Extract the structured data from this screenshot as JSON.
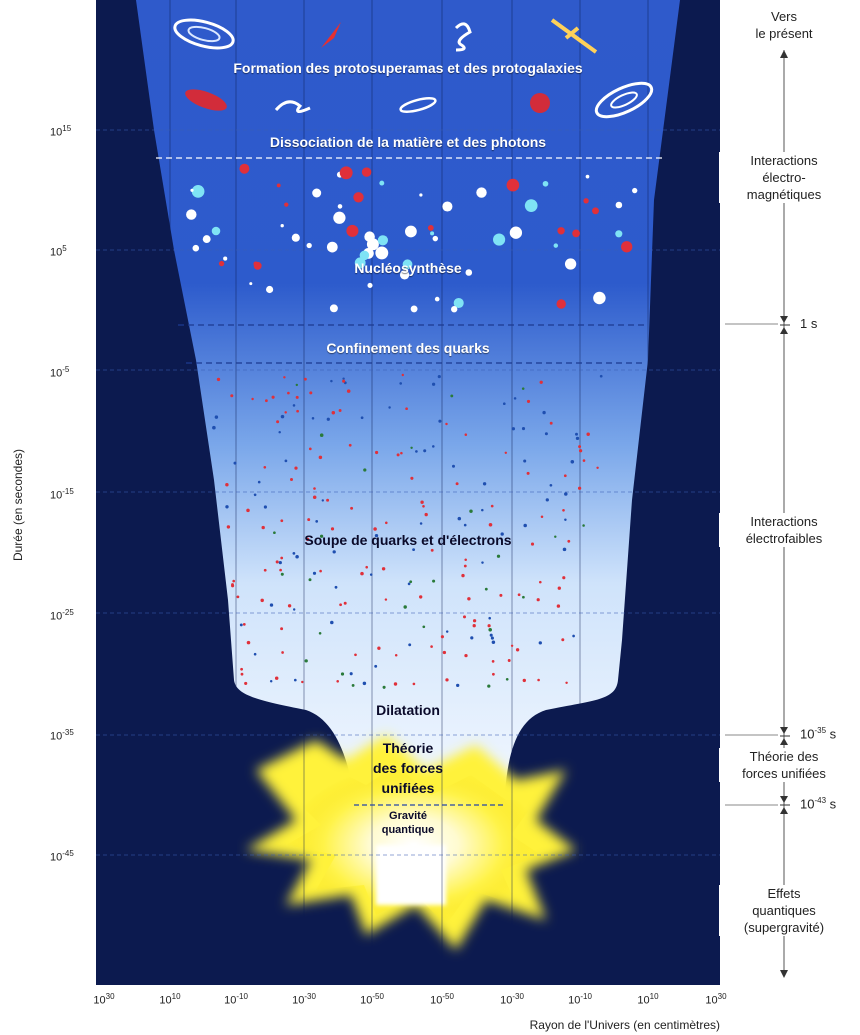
{
  "stages": [
    {
      "id": "protosuperamas",
      "label": "Formation des protosuperamas et des protogalaxies"
    },
    {
      "id": "dissociation",
      "label": "Dissociation de la matière et des photons"
    },
    {
      "id": "nucleosynthese",
      "label": "Nucléosynthèse"
    },
    {
      "id": "confinement",
      "label": "Confinement des quarks"
    },
    {
      "id": "soupe",
      "label": "Soupe de quarks et d'électrons"
    },
    {
      "id": "dilatation",
      "label": "Dilatation"
    },
    {
      "id": "theorie1",
      "label": "Théorie"
    },
    {
      "id": "theorie2",
      "label": "des forces"
    },
    {
      "id": "theorie3",
      "label": "unifiées"
    },
    {
      "id": "gravite1",
      "label": "Gravité"
    },
    {
      "id": "gravite2",
      "label": "quantique"
    }
  ],
  "y_axis": {
    "title": "Durée (en secondes)",
    "ticks": [
      {
        "base": "10",
        "exp": "15"
      },
      {
        "base": "10",
        "exp": "5"
      },
      {
        "base": "10",
        "exp": "-5"
      },
      {
        "base": "10",
        "exp": "-15"
      },
      {
        "base": "10",
        "exp": "-25"
      },
      {
        "base": "10",
        "exp": "-35"
      },
      {
        "base": "10",
        "exp": "-45"
      }
    ]
  },
  "x_axis": {
    "title": "Rayon de l'Univers (en centimètres)",
    "ticks": [
      {
        "base": "10",
        "exp": "30"
      },
      {
        "base": "10",
        "exp": "10"
      },
      {
        "base": "10",
        "exp": "-10"
      },
      {
        "base": "10",
        "exp": "-30"
      },
      {
        "base": "10",
        "exp": "-50"
      },
      {
        "base": "10",
        "exp": "-50"
      },
      {
        "base": "10",
        "exp": "-30"
      },
      {
        "base": "10",
        "exp": "-10"
      },
      {
        "base": "10",
        "exp": "10"
      },
      {
        "base": "10",
        "exp": "30"
      }
    ]
  },
  "right_timeline": {
    "top_label_1": "Vers",
    "top_label_2": "le présent",
    "em_1": "Interactions",
    "em_2": "électro-",
    "em_3": "magnétiques",
    "marker_1s": "1 s",
    "ef_1": "Interactions",
    "ef_2": "électrofaibles",
    "marker_35_base": "10",
    "marker_35_exp": "-35",
    "marker_35_unit": "s",
    "tfu_1": "Théorie des",
    "tfu_2": "forces unifiées",
    "marker_43_base": "10",
    "marker_43_exp": "-43",
    "marker_43_unit": "s",
    "eq_1": "Effets",
    "eq_2": "quantiques",
    "eq_3": "(supergravité)"
  },
  "colors": {
    "panel_bg": "#0c1a4f",
    "cone_top": "#2f58c9",
    "cone_bottom": "#e9f3ff",
    "burst": "#fff23a",
    "dot_red": "#e0303a",
    "dot_blue": "#1f4fb0"
  }
}
